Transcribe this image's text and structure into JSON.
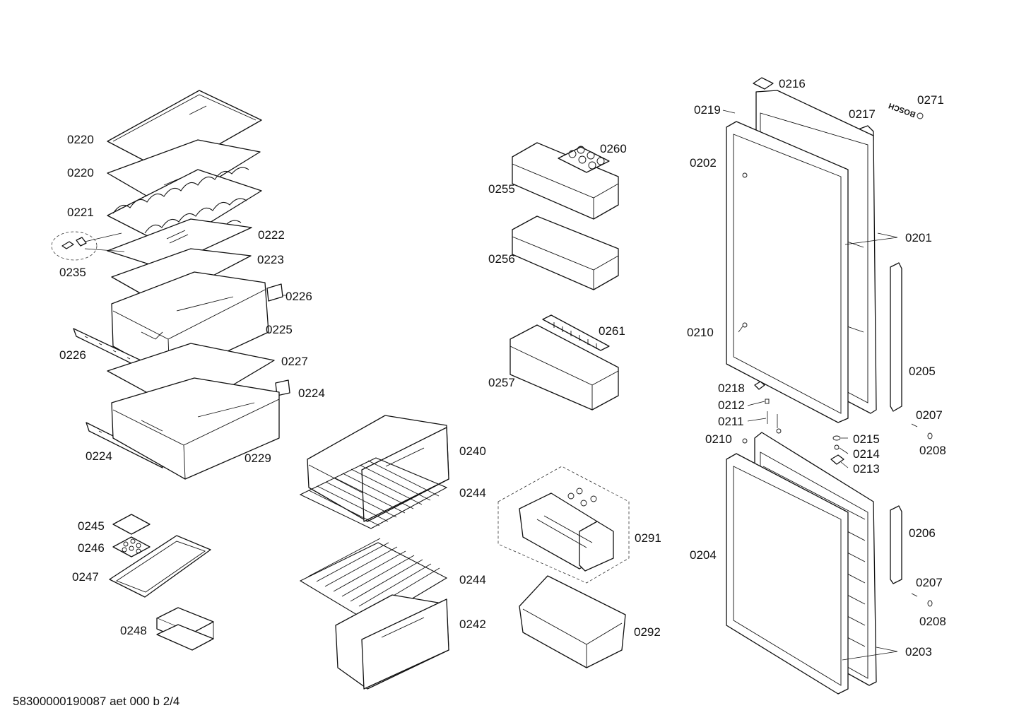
{
  "labels": {
    "l0220a": "0220",
    "l0220b": "0220",
    "l0221": "0221",
    "l0222": "0222",
    "l0223": "0223",
    "l0235": "0235",
    "l0226a": "0226",
    "l0225": "0225",
    "l0226b": "0226",
    "l0227": "0227",
    "l0224a": "0224",
    "l0224b": "0224",
    "l0229": "0229",
    "l0245": "0245",
    "l0246": "0246",
    "l0247": "0247",
    "l0248": "0248",
    "l0240": "0240",
    "l0244a": "0244",
    "l0244b": "0244",
    "l0242": "0242",
    "l0260": "0260",
    "l0255": "0255",
    "l0256": "0256",
    "l0261": "0261",
    "l0257": "0257",
    "l0291": "0291",
    "l0292": "0292",
    "l0216": "0216",
    "l0219": "0219",
    "l0217": "0217",
    "l0271": "0271",
    "l0202": "0202",
    "l0201": "0201",
    "l0210a": "0210",
    "l0205": "0205",
    "l0218": "0218",
    "l0212": "0212",
    "l0211": "0211",
    "l0207a": "0207",
    "l0208a": "0208",
    "l0210b": "0210",
    "l0215": "0215",
    "l0214": "0214",
    "l0213": "0213",
    "l0204": "0204",
    "l0206": "0206",
    "l0207b": "0207",
    "l0208b": "0208",
    "l0203": "0203"
  },
  "logo_text": "BOSCH",
  "footer": "58300000190087 aet 000 b 2/4"
}
